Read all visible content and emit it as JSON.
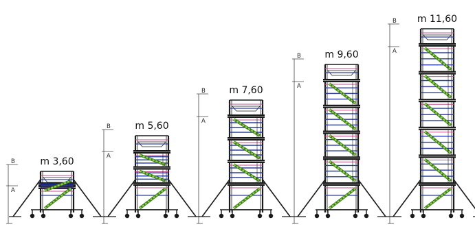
{
  "colors": {
    "frame": "#1a1a1a",
    "blue_rail": "#2d3e9c",
    "pink_rail": "#c2508a",
    "diagonal": "#8fd14f",
    "diagonal_edge": "#3d7a1e",
    "dim_line": "#444444"
  },
  "labels": {
    "B": "B",
    "A": "A"
  },
  "towers": [
    {
      "height_label": "m 3,60",
      "sections": 1
    },
    {
      "height_label": "m 5,60",
      "sections": 2
    },
    {
      "height_label": "m 7,60",
      "sections": 3
    },
    {
      "height_label": "m 9,60",
      "sections": 4
    },
    {
      "height_label": "m 11,60",
      "sections": 5
    }
  ]
}
